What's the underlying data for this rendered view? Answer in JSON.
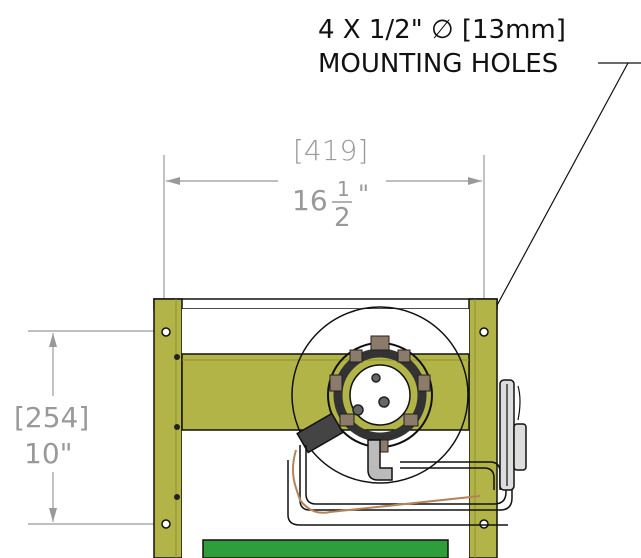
{
  "callout": {
    "line1": "4 X 1/2\" ∅  [13mm]",
    "line2": "MOUNTING HOLES"
  },
  "width_dim": {
    "metric": "[419]",
    "imperial_whole": "16",
    "frac_num": "1",
    "frac_den": "2",
    "inch_mark": "\""
  },
  "height_dim": {
    "metric": "[254]",
    "imperial": "10\""
  },
  "colors": {
    "frame": "#b2b447",
    "frame_dark": "#8e9030",
    "green_panel": "#2e9e3a",
    "dim_line": "#999999",
    "outline": "#111111"
  }
}
